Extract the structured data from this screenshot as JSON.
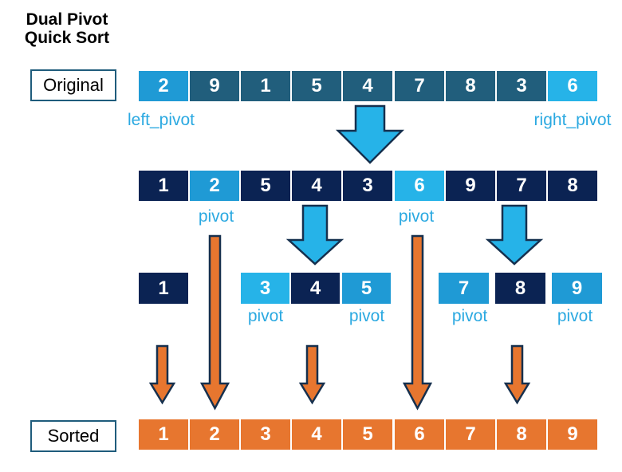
{
  "title": {
    "line1": "Dual Pivot",
    "line2": "Quick Sort"
  },
  "tags": {
    "original": "Original",
    "sorted": "Sorted"
  },
  "colors": {
    "teal": "#215E7C",
    "navy": "#0B2353",
    "blue": "#1F9AD5",
    "cyan": "#26B3E8",
    "orange": "#E7762F",
    "arrow_outline": "#16304E",
    "label_blue": "#2BA9E1",
    "tag_border": "#1F5C7C"
  },
  "rows": [
    {
      "name": "original-array",
      "cells": [
        {
          "value": "2",
          "color": "blue"
        },
        {
          "value": "9",
          "color": "teal"
        },
        {
          "value": "1",
          "color": "teal"
        },
        {
          "value": "5",
          "color": "teal"
        },
        {
          "value": "4",
          "color": "teal"
        },
        {
          "value": "7",
          "color": "teal"
        },
        {
          "value": "8",
          "color": "teal"
        },
        {
          "value": "3",
          "color": "teal"
        },
        {
          "value": "6",
          "color": "cyan"
        }
      ]
    },
    {
      "name": "partitioned-array",
      "cells": [
        {
          "value": "1",
          "color": "navy"
        },
        {
          "value": "2",
          "color": "blue"
        },
        {
          "value": "5",
          "color": "navy"
        },
        {
          "value": "4",
          "color": "navy"
        },
        {
          "value": "3",
          "color": "navy"
        },
        {
          "value": "6",
          "color": "cyan"
        },
        {
          "value": "9",
          "color": "navy"
        },
        {
          "value": "7",
          "color": "navy"
        },
        {
          "value": "8",
          "color": "navy"
        }
      ]
    },
    {
      "name": "sorted-array",
      "cells": [
        {
          "value": "1",
          "color": "orange"
        },
        {
          "value": "2",
          "color": "orange"
        },
        {
          "value": "3",
          "color": "orange"
        },
        {
          "value": "4",
          "color": "orange"
        },
        {
          "value": "5",
          "color": "orange"
        },
        {
          "value": "6",
          "color": "orange"
        },
        {
          "value": "7",
          "color": "orange"
        },
        {
          "value": "8",
          "color": "orange"
        },
        {
          "value": "9",
          "color": "orange"
        }
      ]
    }
  ],
  "groups": [
    {
      "name": "left-subarray",
      "cells": [
        {
          "value": "1",
          "color": "navy"
        }
      ]
    },
    {
      "name": "middle-subarray",
      "cells": [
        {
          "value": "3",
          "color": "cyan"
        },
        {
          "value": "4",
          "color": "navy"
        },
        {
          "value": "5",
          "color": "blue"
        }
      ]
    },
    {
      "name": "right-subarray",
      "cells": [
        {
          "value": "7",
          "color": "blue"
        },
        {
          "value": "8",
          "color": "navy"
        },
        {
          "value": "9",
          "color": "blue"
        }
      ]
    }
  ],
  "pivot_labels": [
    {
      "id": "left-pivot-label",
      "text": "left_pivot"
    },
    {
      "id": "right-pivot-label",
      "text": "right_pivot"
    },
    {
      "id": "pivot-below-2",
      "text": "pivot"
    },
    {
      "id": "pivot-below-6",
      "text": "pivot"
    },
    {
      "id": "pivot-below-3",
      "text": "pivot"
    },
    {
      "id": "pivot-below-5",
      "text": "pivot"
    },
    {
      "id": "pivot-below-7",
      "text": "pivot"
    },
    {
      "id": "pivot-below-9",
      "text": "pivot"
    }
  ],
  "arrows": [
    {
      "id": "partition-arrow",
      "color": "cyan",
      "direction": "down"
    },
    {
      "id": "split-arrow-left",
      "color": "cyan",
      "direction": "down"
    },
    {
      "id": "split-arrow-right",
      "color": "cyan",
      "direction": "down"
    },
    {
      "id": "pivot-2-drop-arrow",
      "color": "orange",
      "direction": "down"
    },
    {
      "id": "pivot-6-drop-arrow",
      "color": "orange",
      "direction": "down"
    },
    {
      "id": "subarray-1-drop-arrow",
      "color": "orange",
      "direction": "down"
    },
    {
      "id": "subarray-4-drop-arrow",
      "color": "orange",
      "direction": "down"
    },
    {
      "id": "subarray-8-drop-arrow",
      "color": "orange",
      "direction": "down"
    }
  ]
}
